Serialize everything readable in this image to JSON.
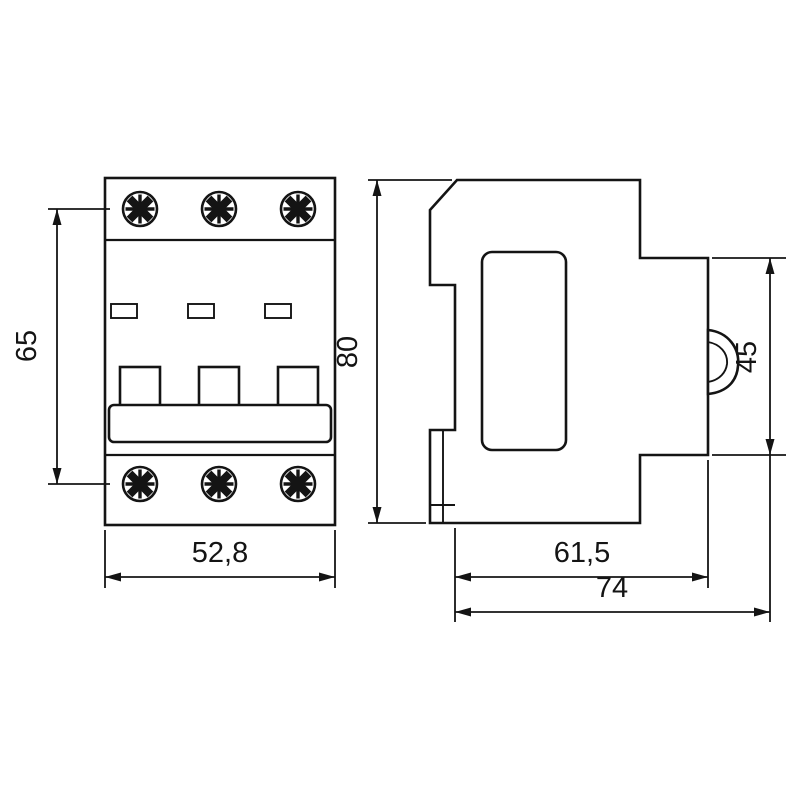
{
  "page": {
    "background": "#ffffff",
    "line_color": "#141414",
    "drawing_type": "dimensional technical drawing, 3-pole modular circuit breaker, front and side views"
  },
  "front_view": {
    "height_dim": "65",
    "width_dim": "52,8"
  },
  "side_view": {
    "height_dim": "80",
    "front_height_dim": "45",
    "depth_dim": "61,5",
    "overall_depth_dim": "74"
  }
}
